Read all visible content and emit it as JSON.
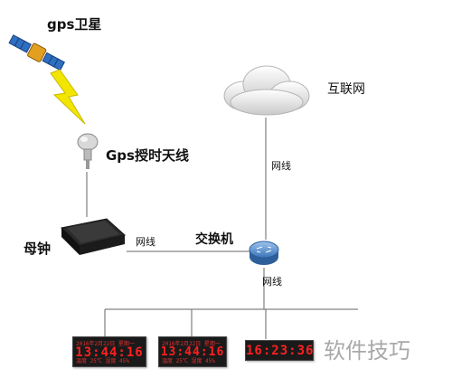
{
  "diagram": {
    "satellite_label": "gps卫星",
    "antenna_label": "Gps授时天线",
    "internet_label": "互联网",
    "master_clock_label": "母钟",
    "switch_label": "交换机",
    "cable_label_cloud": "网线",
    "cable_label_master": "网线",
    "cable_label_switch": "网线"
  },
  "displays": [
    {
      "top_text": "2016年2月22日 星期一",
      "time": "13:44:16",
      "bottom_text": "温度 25℃ 湿度 45%"
    },
    {
      "top_text": "2016年2月22日 星期一",
      "time": "13:44:16",
      "bottom_text": "温度 25℃ 湿度 45%"
    },
    {
      "time": "16:23:36"
    }
  ],
  "watermark": "软件技巧",
  "colors": {
    "line": "#666666",
    "lightning": "#f2e600",
    "led": "#ff2020",
    "switch": "#4f8fd0"
  }
}
